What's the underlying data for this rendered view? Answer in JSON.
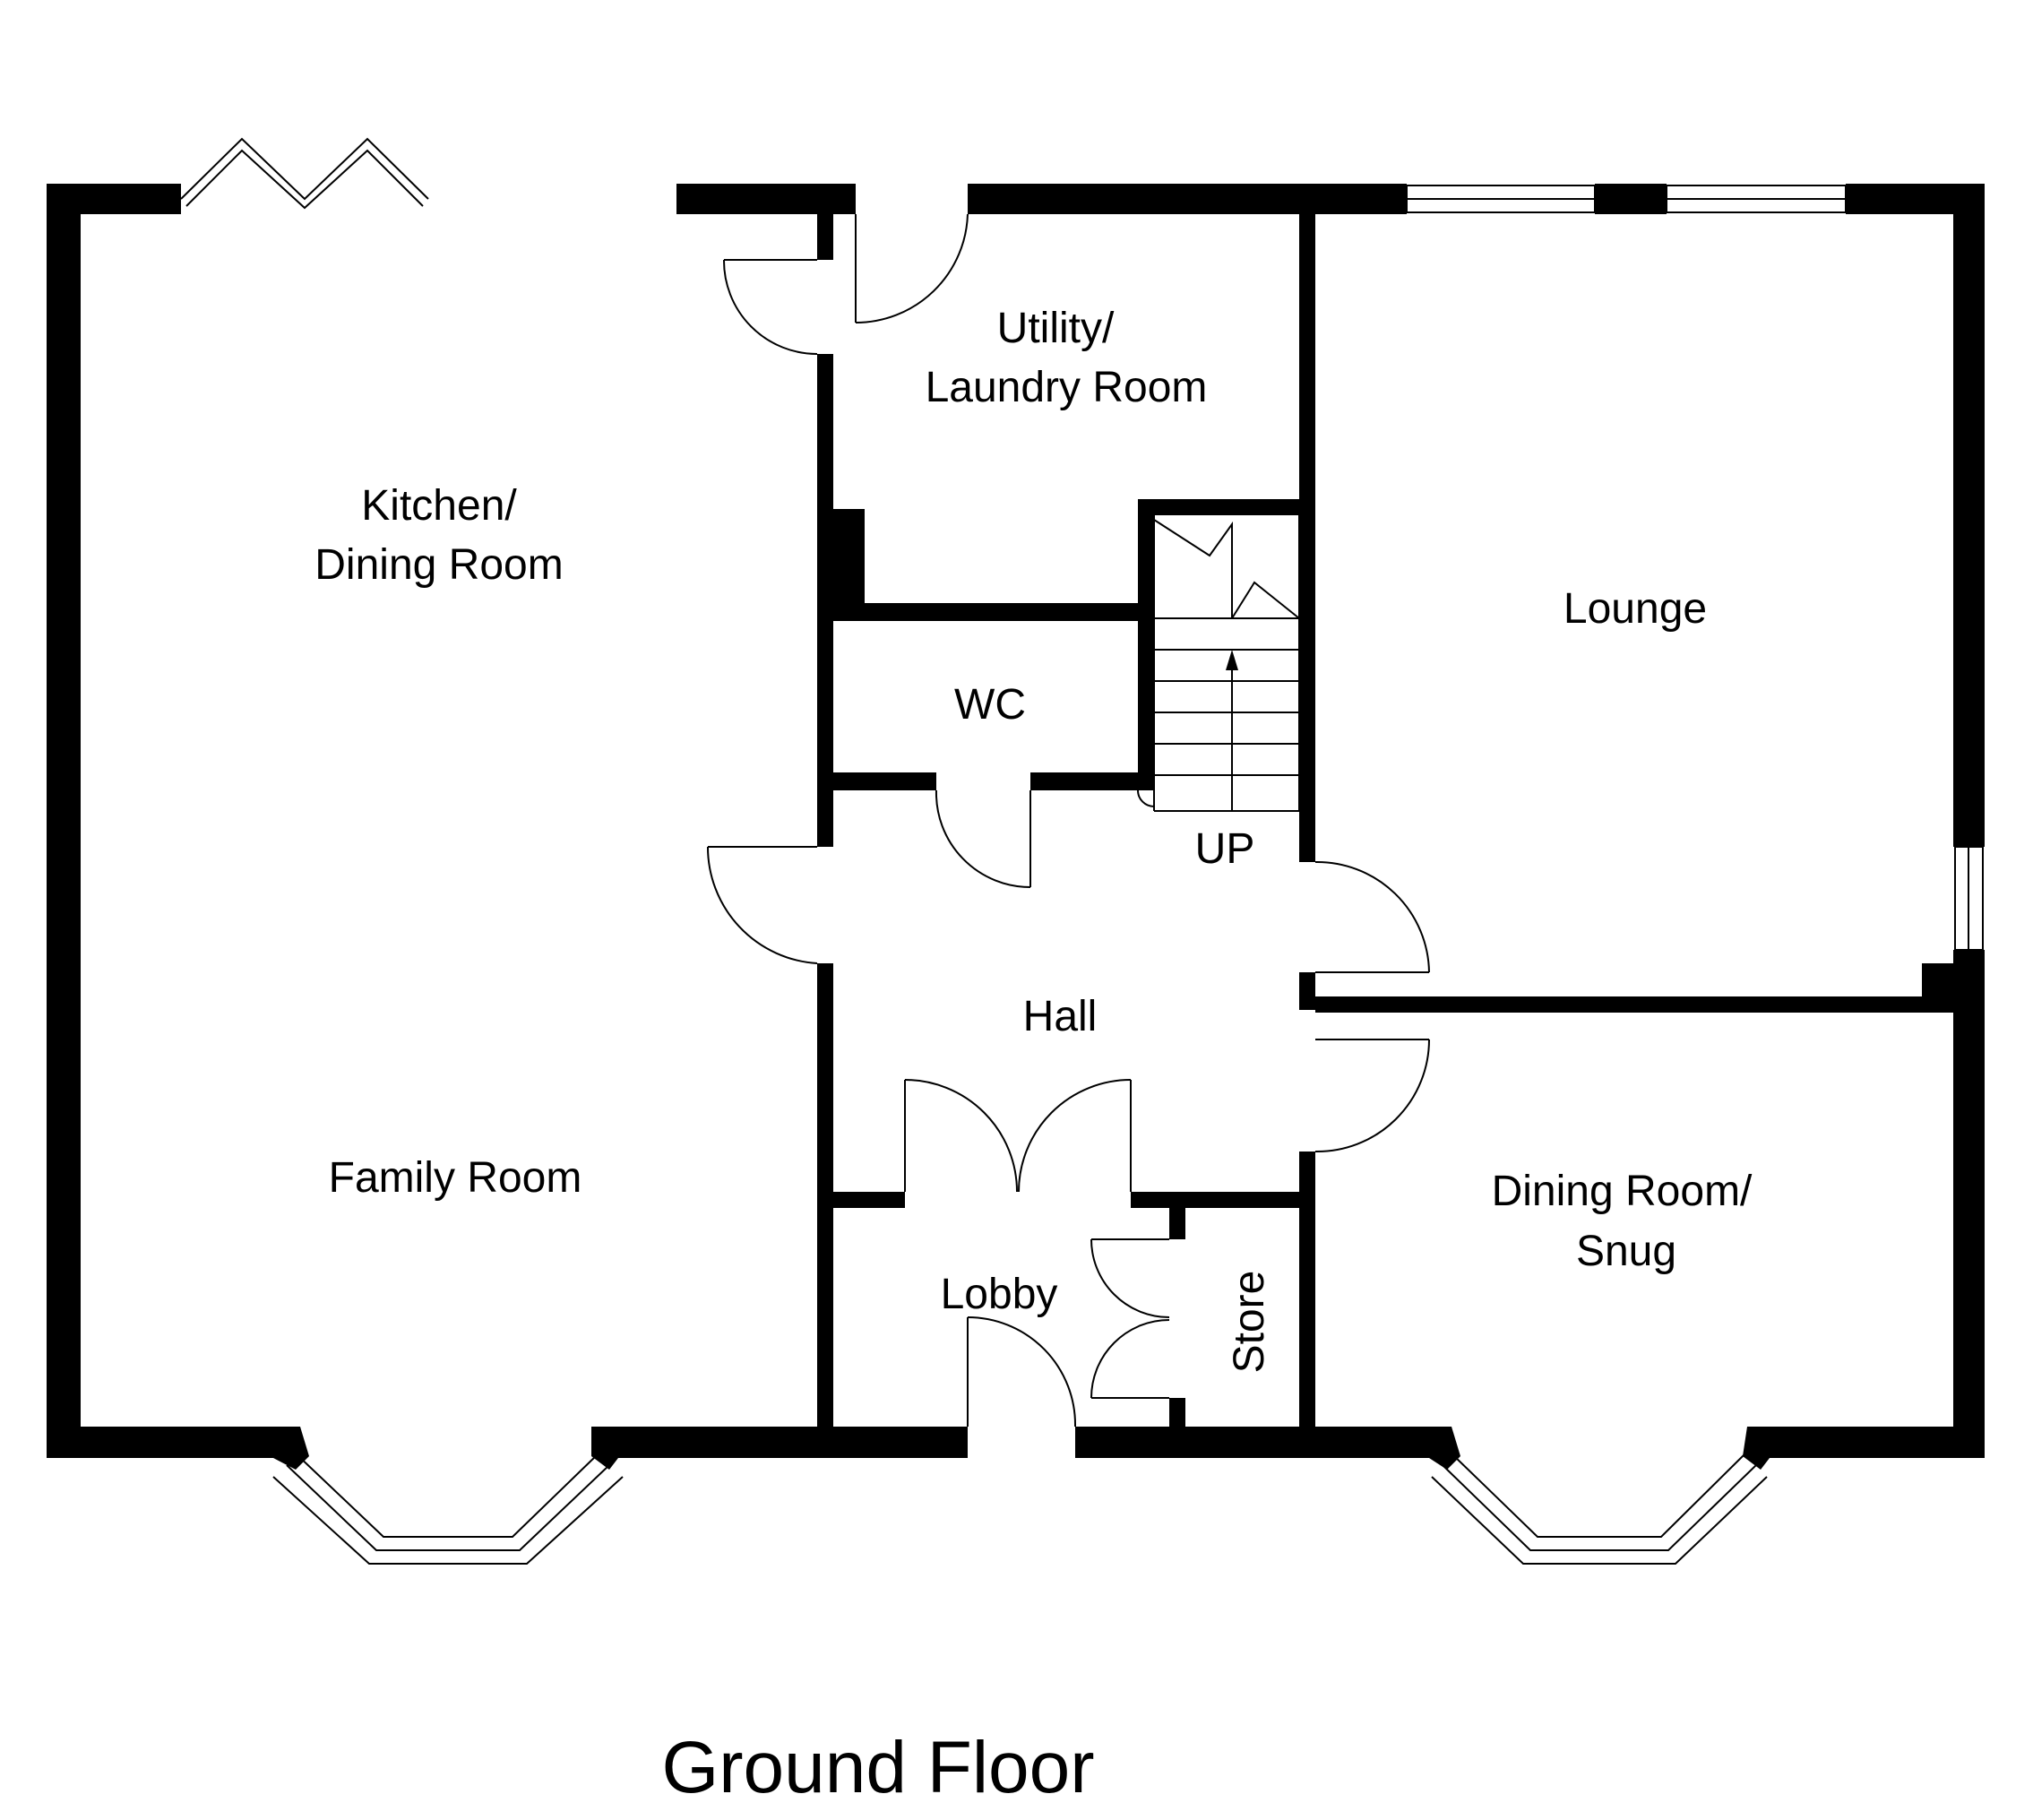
{
  "title": "Ground Floor",
  "rooms": {
    "kitchen_line1": "Kitchen/",
    "kitchen_line2": "Dining Room",
    "family_room": "Family Room",
    "utility_line1": "Utility/",
    "utility_line2": "Laundry Room",
    "lounge": "Lounge",
    "wc": "WC",
    "stairs_up": "UP",
    "hall": "Hall",
    "lobby": "Lobby",
    "store": "Store",
    "dining_line1": "Dining Room/",
    "dining_line2": "Snug"
  },
  "colors": {
    "wall": "#000000",
    "background": "#ffffff"
  }
}
